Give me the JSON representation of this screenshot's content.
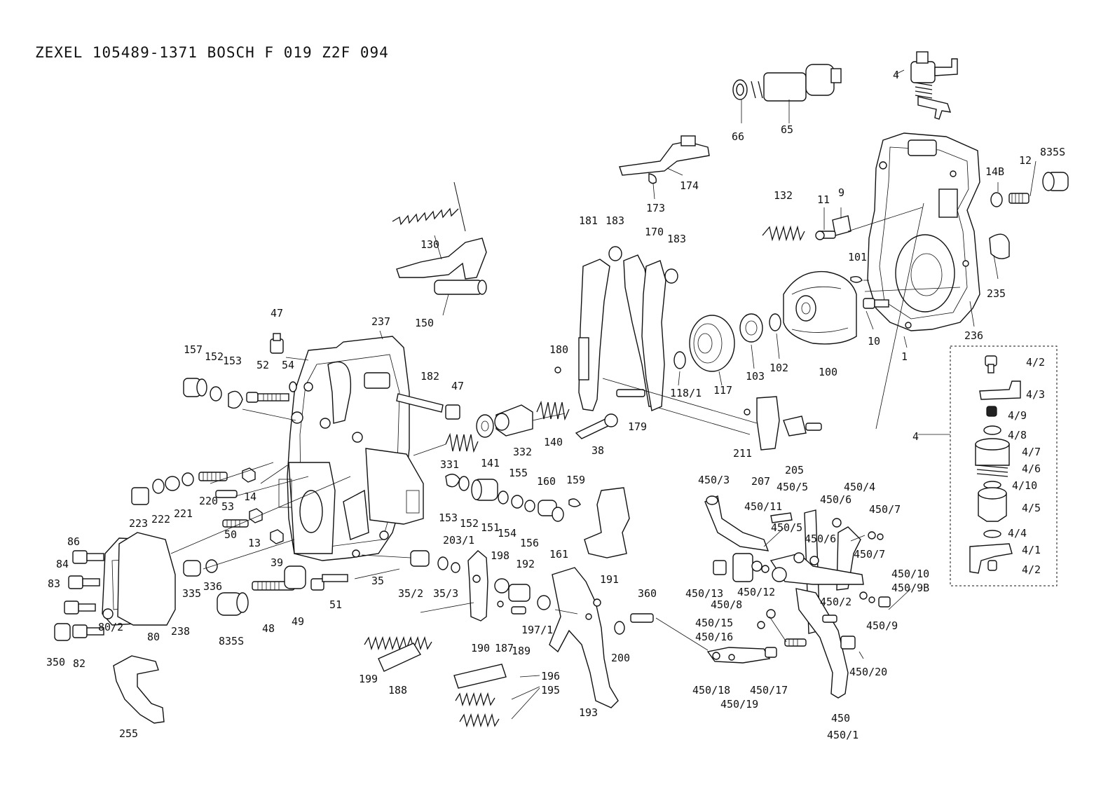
{
  "title": "ZEXEL  105489-1371  BOSCH  F 019 Z2F 094",
  "callouts": [
    "4",
    "66",
    "65",
    "835S",
    "12",
    "14B",
    "9",
    "11",
    "132",
    "174",
    "173",
    "181",
    "183",
    "170",
    "183",
    "130",
    "150",
    "235",
    "101",
    "236",
    "10",
    "1",
    "100",
    "102",
    "103",
    "117",
    "118/1",
    "180",
    "179",
    "38",
    "47",
    "237",
    "157",
    "152",
    "153",
    "52",
    "54",
    "182",
    "47",
    "331",
    "141",
    "332",
    "140",
    "211",
    "205",
    "207",
    "4/2",
    "4/3",
    "4/9",
    "4/8",
    "4/7",
    "4/6",
    "4/10",
    "4/5",
    "4/4",
    "4/1",
    "4/2",
    "4",
    "450/3",
    "450/5",
    "450/4",
    "450/11",
    "450/6",
    "450/7",
    "450/5",
    "450/6",
    "450/7",
    "223",
    "222",
    "221",
    "220",
    "53",
    "14",
    "153",
    "152",
    "151",
    "154",
    "155",
    "156",
    "160",
    "161",
    "159",
    "191",
    "86",
    "84",
    "83",
    "50",
    "13",
    "39",
    "335",
    "336",
    "35",
    "35/2",
    "35/3",
    "203/1",
    "198",
    "192",
    "450/13",
    "450/8",
    "450/12",
    "450/10",
    "450/9B",
    "450/2",
    "450/9",
    "350",
    "82",
    "80/2",
    "80",
    "238",
    "835S",
    "48",
    "49",
    "51",
    "190",
    "187",
    "189",
    "197/1",
    "360",
    "200",
    "450/15",
    "450/16",
    "450/18",
    "450/19",
    "450/17",
    "450/20",
    "199",
    "188",
    "196",
    "195",
    "193",
    "255",
    "450",
    "450/1"
  ]
}
